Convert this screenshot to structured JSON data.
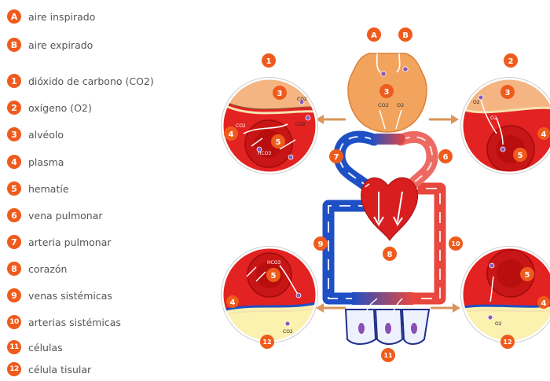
{
  "legend": [
    {
      "key": "A",
      "label": "aire inspirado"
    },
    {
      "key": "B",
      "label": "aire expirado"
    },
    {
      "key": "1",
      "label": "dióxido de carbono (CO2)"
    },
    {
      "key": "2",
      "label": "oxígeno (O2)"
    },
    {
      "key": "3",
      "label": "alvéolo"
    },
    {
      "key": "4",
      "label": "plasma"
    },
    {
      "key": "5",
      "label": "hematíe"
    },
    {
      "key": "6",
      "label": "vena pulmonar"
    },
    {
      "key": "7",
      "label": "arteria pulmonar"
    },
    {
      "key": "8",
      "label": "corazón"
    },
    {
      "key": "9",
      "label": "venas sistémicas"
    },
    {
      "key": "10",
      "label": "arterias sistémicas"
    },
    {
      "key": "11",
      "label": "células"
    },
    {
      "key": "12",
      "label": "célula tisular"
    }
  ],
  "diagram_labels": {
    "A": "A",
    "B": "B",
    "n1": "1",
    "n2": "2",
    "n3": "3",
    "n4": "4",
    "n5": "5",
    "n6": "6",
    "n7": "7",
    "n8": "8",
    "n9": "9",
    "n10": "10",
    "n11": "11",
    "n12": "12",
    "co2": "CO2",
    "o2": "O2",
    "hco3": "HCO3"
  },
  "colors": {
    "badge": "#ef5b1c",
    "venous_blue": "#1f4fc4",
    "arterial_red": "#e8473e",
    "alveolus_orange": "#f2a45e",
    "blood_red": "#d81e1e",
    "tissue_yellow": "#fbf2b0"
  }
}
